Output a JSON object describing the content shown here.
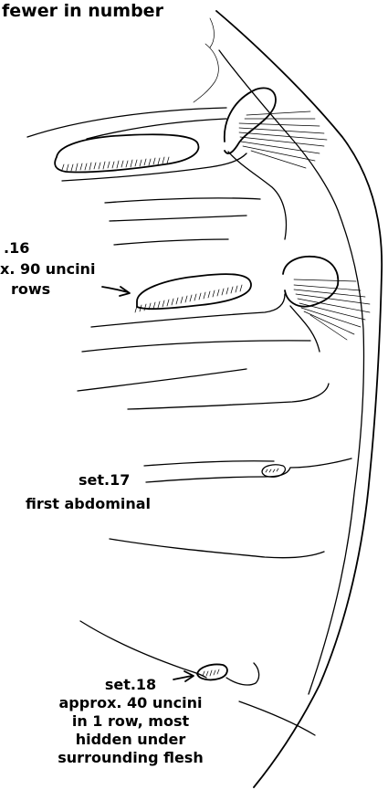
{
  "labels": {
    "top": "fewer in number",
    "set16_line1": ".16",
    "set16_line2": "x. 90 uncini",
    "set16_line3": "rows",
    "set17_line1": "set.17",
    "set17_line2": "first abdominal",
    "set18_line1": "set.18",
    "set18_line2": "approx. 40 uncini",
    "set18_line3": "in 1 row, most",
    "set18_line4": "hidden under",
    "set18_line5": "surrounding flesh"
  },
  "ink_color": "#000000",
  "background_color": "#ffffff"
}
